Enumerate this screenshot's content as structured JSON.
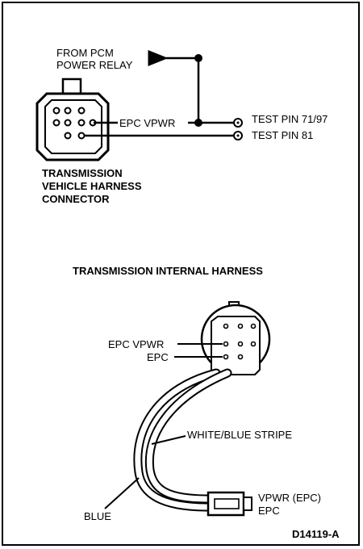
{
  "upper": {
    "from_pcm_line1": "FROM PCM",
    "from_pcm_line2": "POWER RELAY",
    "epc_vpwr": "EPC VPWR",
    "test_pin_1": "TEST PIN 71/97",
    "test_pin_2": "TEST PIN 81",
    "connector_title_1": "TRANSMISSION",
    "connector_title_2": "VEHICLE HARNESS",
    "connector_title_3": "CONNECTOR"
  },
  "lower": {
    "title": "TRANSMISSION INTERNAL HARNESS",
    "epc_vpwr": "EPC VPWR",
    "epc": "EPC",
    "white_blue_stripe": "WHITE/BLUE STRIPE",
    "blue": "BLUE",
    "vpwr_epc": "VPWR (EPC)",
    "epc_end": "EPC"
  },
  "figure_id": "D14119-A"
}
